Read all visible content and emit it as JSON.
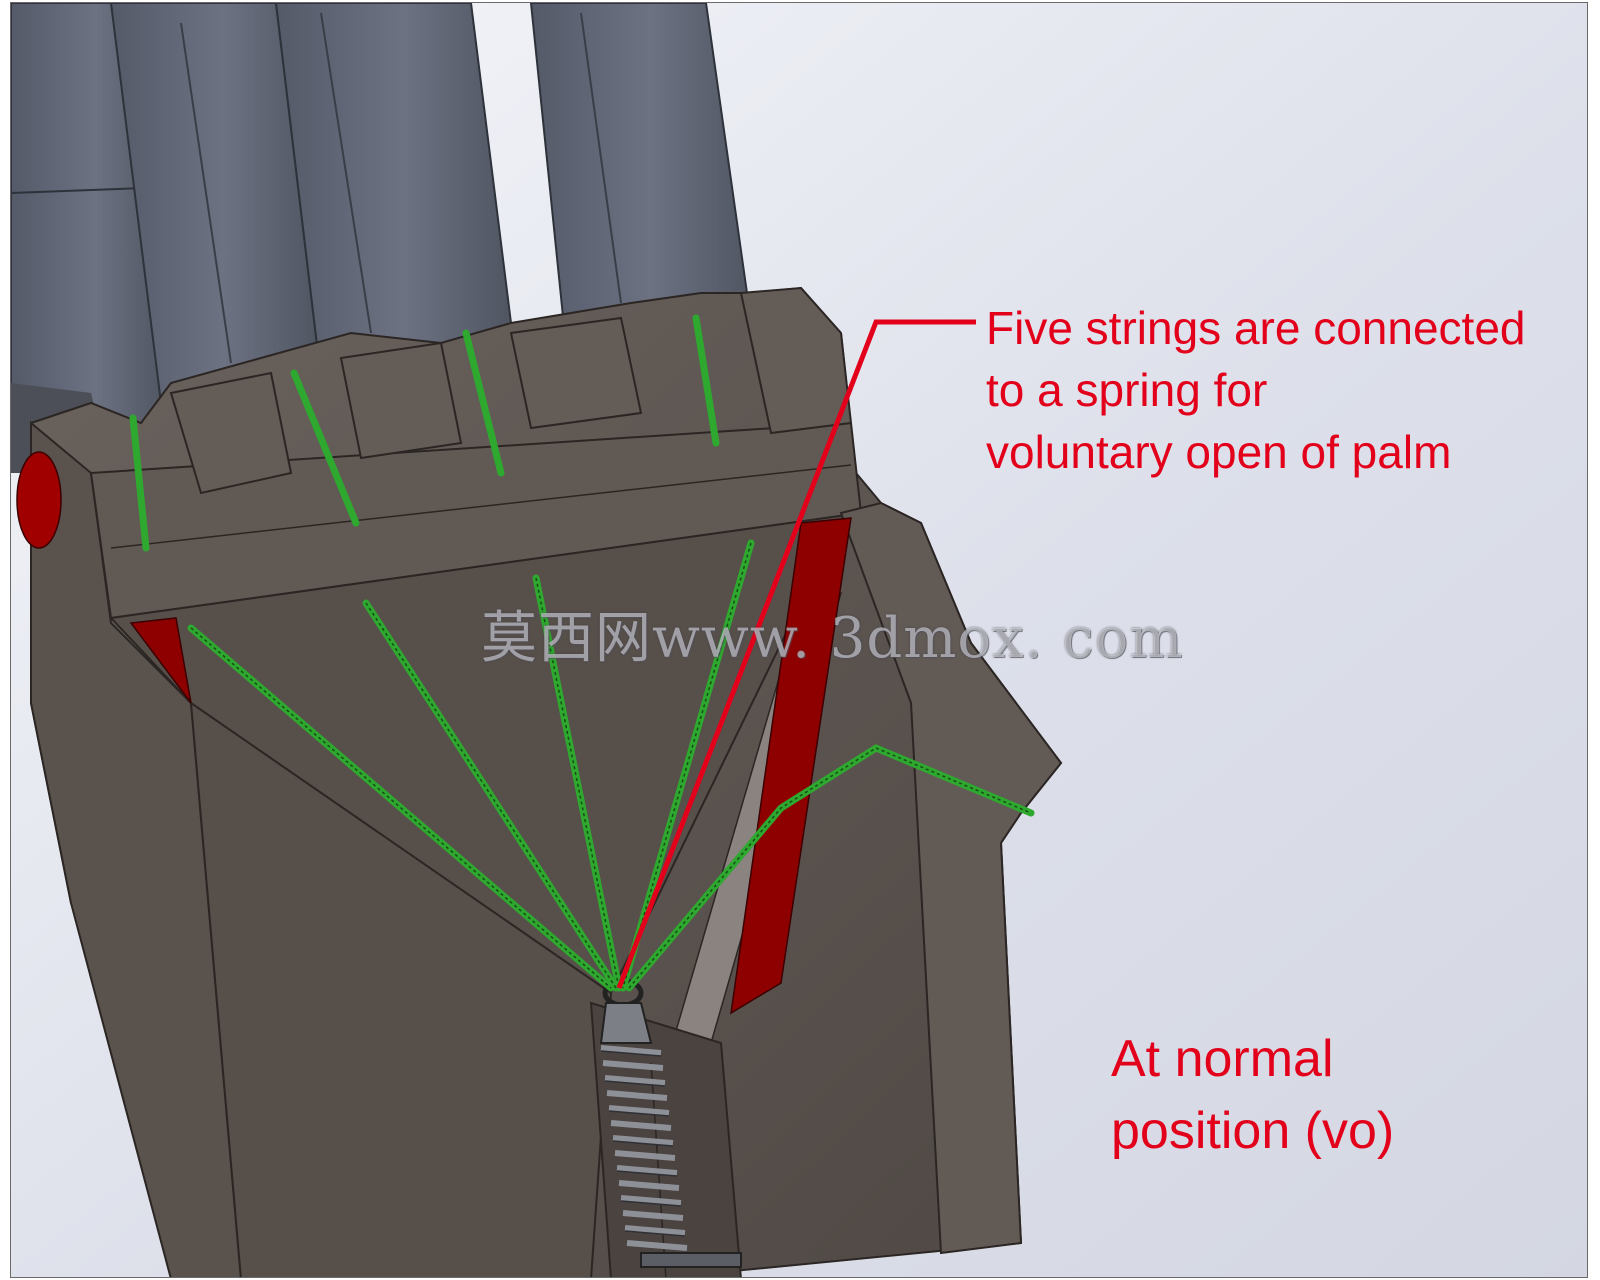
{
  "annotation_strings": {
    "lines": [
      "Five strings are connected",
      "to a spring for",
      "voluntary open of palm"
    ]
  },
  "annotation_position": {
    "lines": [
      "At normal",
      "position (vo)"
    ]
  },
  "watermark": "莫西网www. 3dmox. com",
  "colors": {
    "annotation": "#e3001b",
    "string": "#2ea82e",
    "palm": "#5e5652",
    "finger": "#626876",
    "joint_red": "#8e0000"
  },
  "icons": {
    "spring": "tension-spring-icon",
    "pivot": "pivot-pin-icon"
  }
}
